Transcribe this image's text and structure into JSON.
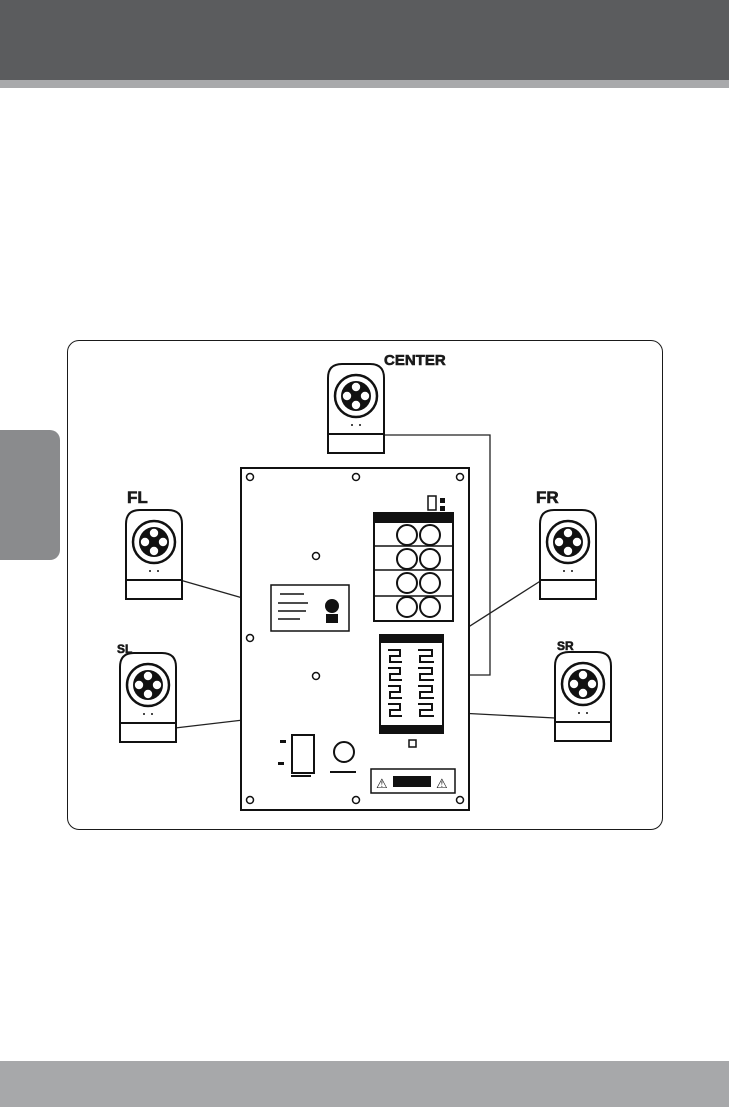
{
  "header": {
    "color": "#5b5c5e",
    "rule_color": "#a8a9ab"
  },
  "side_tab": {
    "color": "#8a8b8d"
  },
  "footer": {
    "color": "#a7a8aa"
  },
  "diagram": {
    "speakers": {
      "center": {
        "label": "CENTER"
      },
      "front_left": {
        "label": "FL"
      },
      "front_right": {
        "label": "FR"
      },
      "surround_left": {
        "label": "SL"
      },
      "surround_right": {
        "label": "SR"
      }
    },
    "subwoofer_panel": {
      "warning_symbols": [
        "⚠",
        "⚠"
      ]
    }
  }
}
